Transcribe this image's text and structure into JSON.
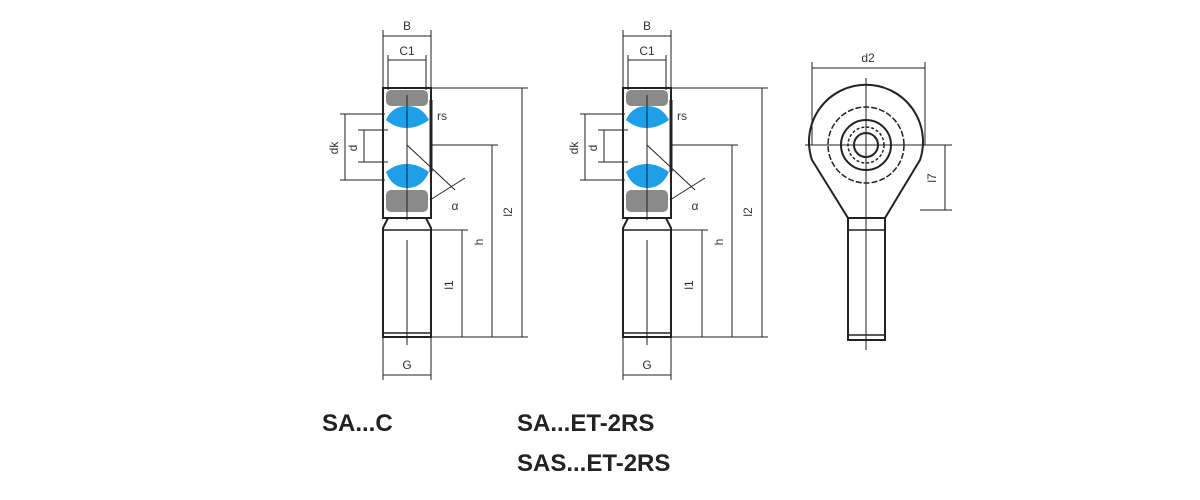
{
  "colors": {
    "ball": "#1e9fe8",
    "ring": "#8a8a8a",
    "line": "#222222"
  },
  "side_views": [
    {
      "labels": {
        "B": "B",
        "C1": "C1",
        "rs": "rs",
        "dk": "dk",
        "d": "d",
        "alpha": "α",
        "l2": "l2",
        "h": "h",
        "l1": "l1",
        "G": "G"
      }
    },
    {
      "labels": {
        "B": "B",
        "C1": "C1",
        "rs": "rs",
        "dk": "dk",
        "d": "d",
        "alpha": "α",
        "l2": "l2",
        "h": "h",
        "l1": "l1",
        "G": "G"
      }
    }
  ],
  "front_view": {
    "labels": {
      "d2": "d2",
      "l7": "l7"
    }
  },
  "captions": [
    "SA...C",
    "SA...ET-2RS",
    "SAS...ET-2RS"
  ]
}
